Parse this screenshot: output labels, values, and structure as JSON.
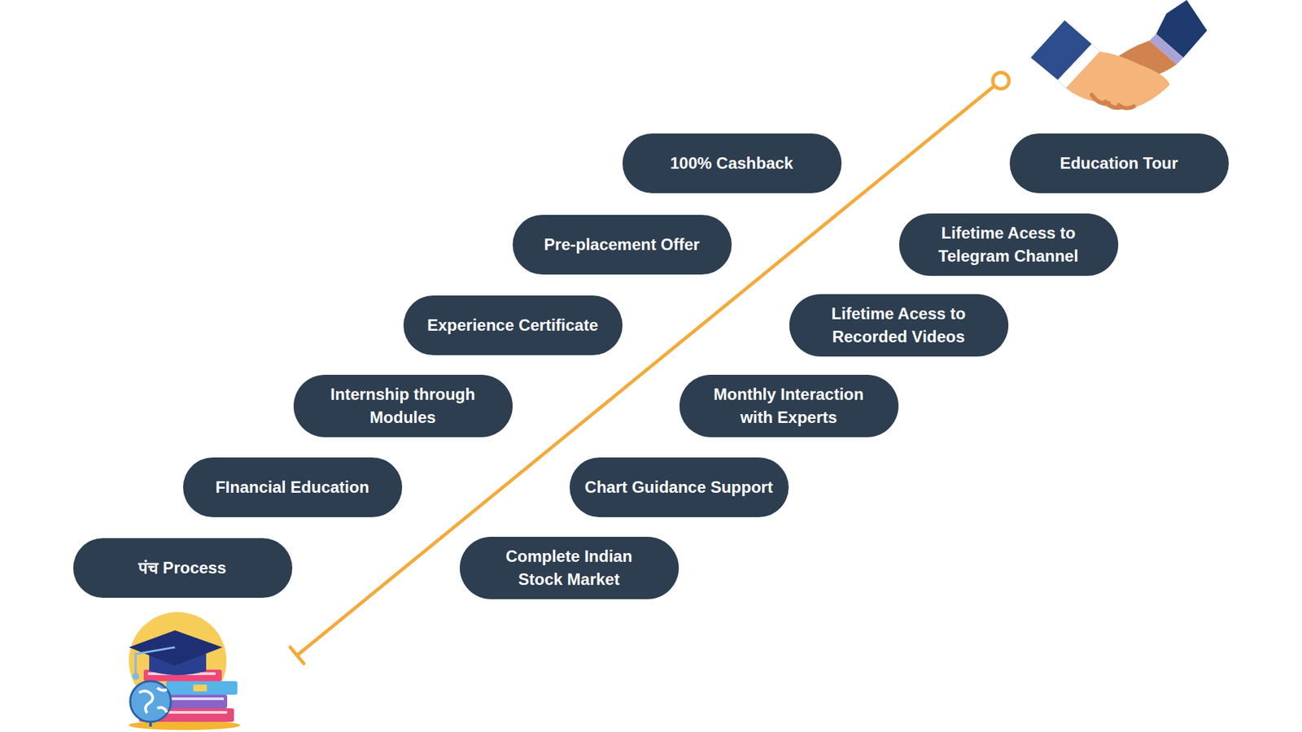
{
  "diagram": {
    "nodes": [
      {
        "text": [
          "पंच Process"
        ]
      },
      {
        "text": [
          "FInancial Education"
        ]
      },
      {
        "text": [
          "Internship through Modules"
        ]
      },
      {
        "text": [
          "Experience Certificate"
        ]
      },
      {
        "text": [
          "Pre-placement Offer"
        ]
      },
      {
        "text": [
          "100% Cashback"
        ]
      },
      {
        "text": [
          "Complete Indian Stock Market"
        ]
      },
      {
        "text": [
          "Chart Guidance Support"
        ]
      },
      {
        "text": [
          "Monthly Interaction with Experts"
        ]
      },
      {
        "text": [
          "Lifetime Acess to Recorded Videos"
        ]
      },
      {
        "text": [
          "Lifetime Acess to Telegram Channel"
        ]
      },
      {
        "text": [
          "Education Tour"
        ]
      }
    ]
  }
}
